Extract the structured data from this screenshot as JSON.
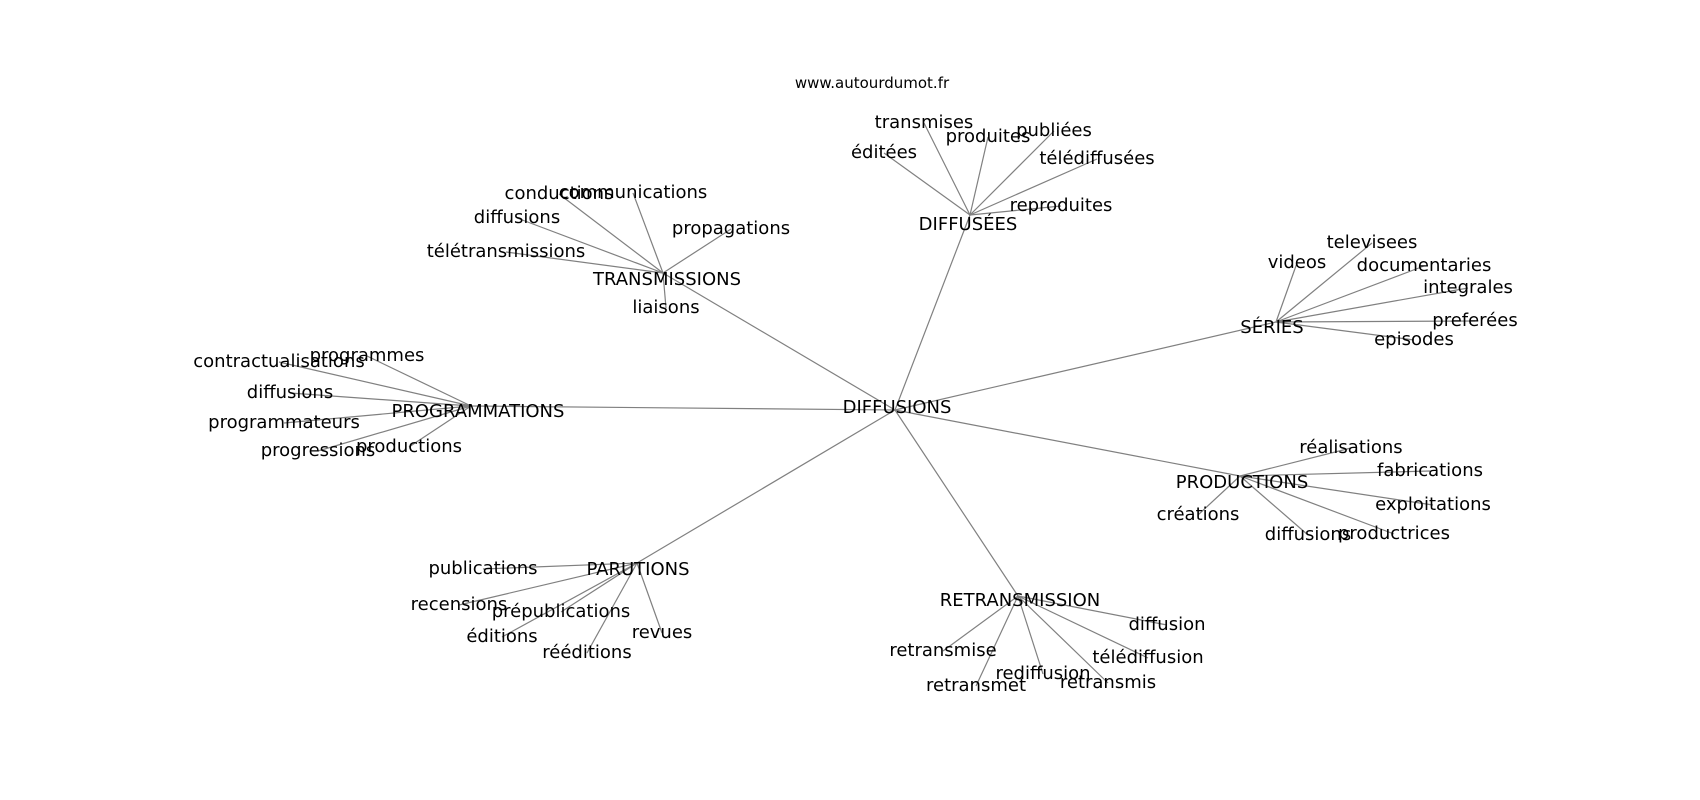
{
  "header": {
    "site": "www.autourdumot.fr"
  },
  "colors": {
    "edge": "#808080",
    "text": "#000000",
    "background": "#ffffff"
  },
  "center": {
    "label": "DIFFUSIONS"
  },
  "clusters": [
    {
      "label": "DIFFUSÉES",
      "leaves": [
        "transmises",
        "produites",
        "publiées",
        "éditées",
        "télédiffusées",
        "reproduites"
      ]
    },
    {
      "label": "TRANSMISSIONS",
      "leaves": [
        "conductions",
        "communications",
        "diffusions",
        "propagations",
        "télétransmissions",
        "liaisons"
      ]
    },
    {
      "label": "PROGRAMMATIONS",
      "leaves": [
        "programmes",
        "contractualisations",
        "diffusions",
        "programmateurs",
        "progressions",
        "productions"
      ]
    },
    {
      "label": "SÉRIES",
      "leaves": [
        "televisees",
        "videos",
        "documentaries",
        "integrales",
        "preferées",
        "episodes"
      ]
    },
    {
      "label": "PRODUCTIONS",
      "leaves": [
        "réalisations",
        "fabrications",
        "exploitations",
        "créations",
        "diffusions",
        "productrices"
      ]
    },
    {
      "label": "PARUTIONS",
      "leaves": [
        "publications",
        "recensions",
        "prépublications",
        "éditions",
        "rééditions",
        "revues"
      ]
    },
    {
      "label": "RETRANSMISSION",
      "leaves": [
        "diffusion",
        "télédiffusion",
        "retransmise",
        "rediffusion",
        "retransmis",
        "retransmet"
      ]
    }
  ]
}
